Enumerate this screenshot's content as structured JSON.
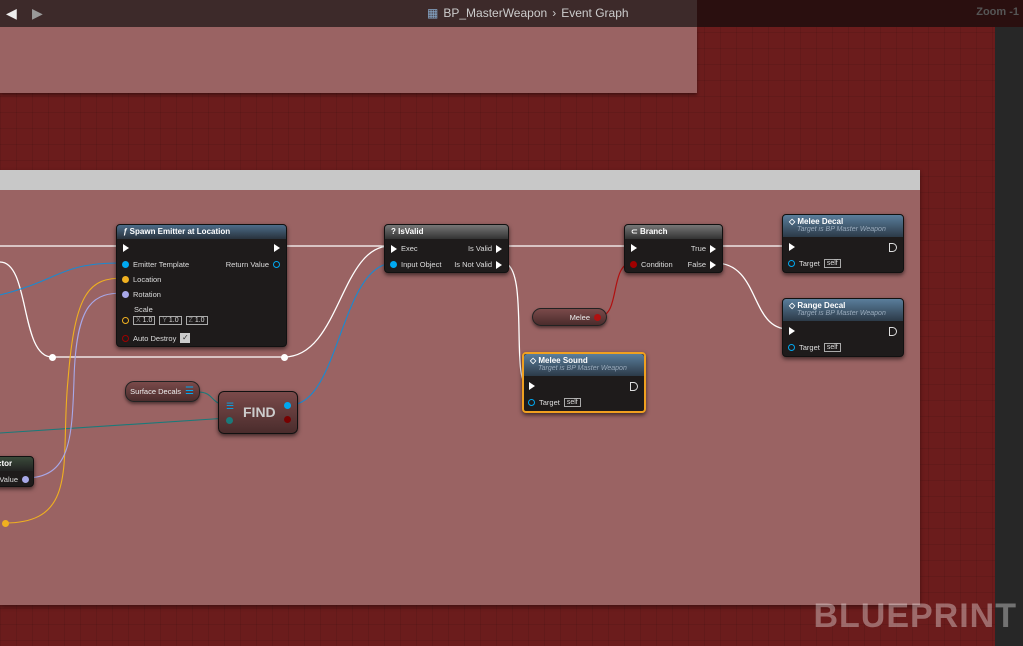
{
  "header": {
    "blueprint": "BP_MasterWeapon",
    "separator": "›",
    "graph": "Event Graph",
    "zoom": "Zoom -1"
  },
  "watermark": "BLUEPRINT",
  "spawn_emitter": {
    "title": "Spawn Emitter at Location",
    "pins": {
      "emitter": "Emitter Template",
      "location": "Location",
      "rotation": "Rotation",
      "scale": "Scale",
      "auto_destroy": "Auto Destroy",
      "return": "Return Value"
    },
    "scale": {
      "x_label": "X",
      "x": "1.0",
      "y_label": "Y",
      "y": "1.0",
      "z_label": "Z",
      "z": "1.0"
    },
    "auto_destroy_checked": true
  },
  "isvalid": {
    "title": "IsValid",
    "exec": "Exec",
    "input": "Input Object",
    "valid": "Is Valid",
    "not_valid": "Is Not Valid"
  },
  "branch": {
    "title": "Branch",
    "condition": "Condition",
    "true": "True",
    "false": "False"
  },
  "melee_var": "Melee",
  "surface_decals": "Surface Decals",
  "find": "FIND",
  "melee_decal": {
    "title": "Melee Decal",
    "subtitle": "Target is BP Master Weapon",
    "target": "Target",
    "self": "self"
  },
  "range_decal": {
    "title": "Range Decal",
    "subtitle": "Target is BP Master Weapon",
    "target": "Target",
    "self": "self"
  },
  "melee_sound": {
    "title": "Melee Sound",
    "subtitle": "Target is BP Master Weapon",
    "target": "Target",
    "self": "self"
  },
  "partial_node": {
    "title": "ctor",
    "pin": "Value"
  },
  "colors": {
    "exec": "#ffffff",
    "object": "#00a8f0",
    "vector": "#f0b020",
    "rotator": "#a0a8f0",
    "bool": "#a00000",
    "selected": "#f0a020"
  }
}
